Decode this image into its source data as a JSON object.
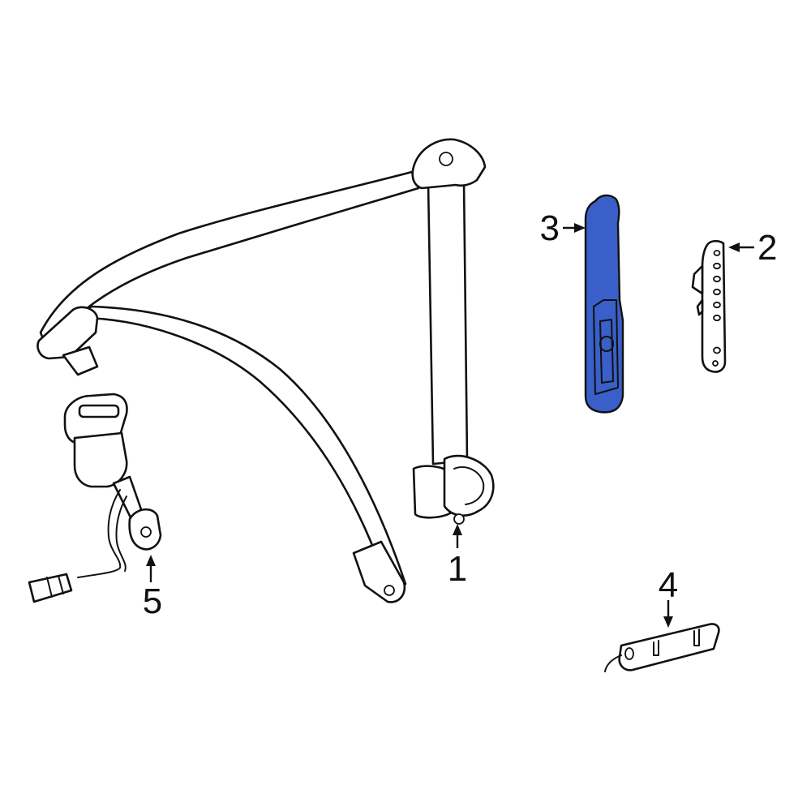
{
  "colors": {
    "background": "#ffffff",
    "line": "#111111",
    "highlight": "#3a5fc8"
  },
  "highlighted_part": "3",
  "callouts": [
    {
      "id": "1",
      "label": "1"
    },
    {
      "id": "2",
      "label": "2"
    },
    {
      "id": "3",
      "label": "3"
    },
    {
      "id": "4",
      "label": "4"
    },
    {
      "id": "5",
      "label": "5"
    }
  ]
}
